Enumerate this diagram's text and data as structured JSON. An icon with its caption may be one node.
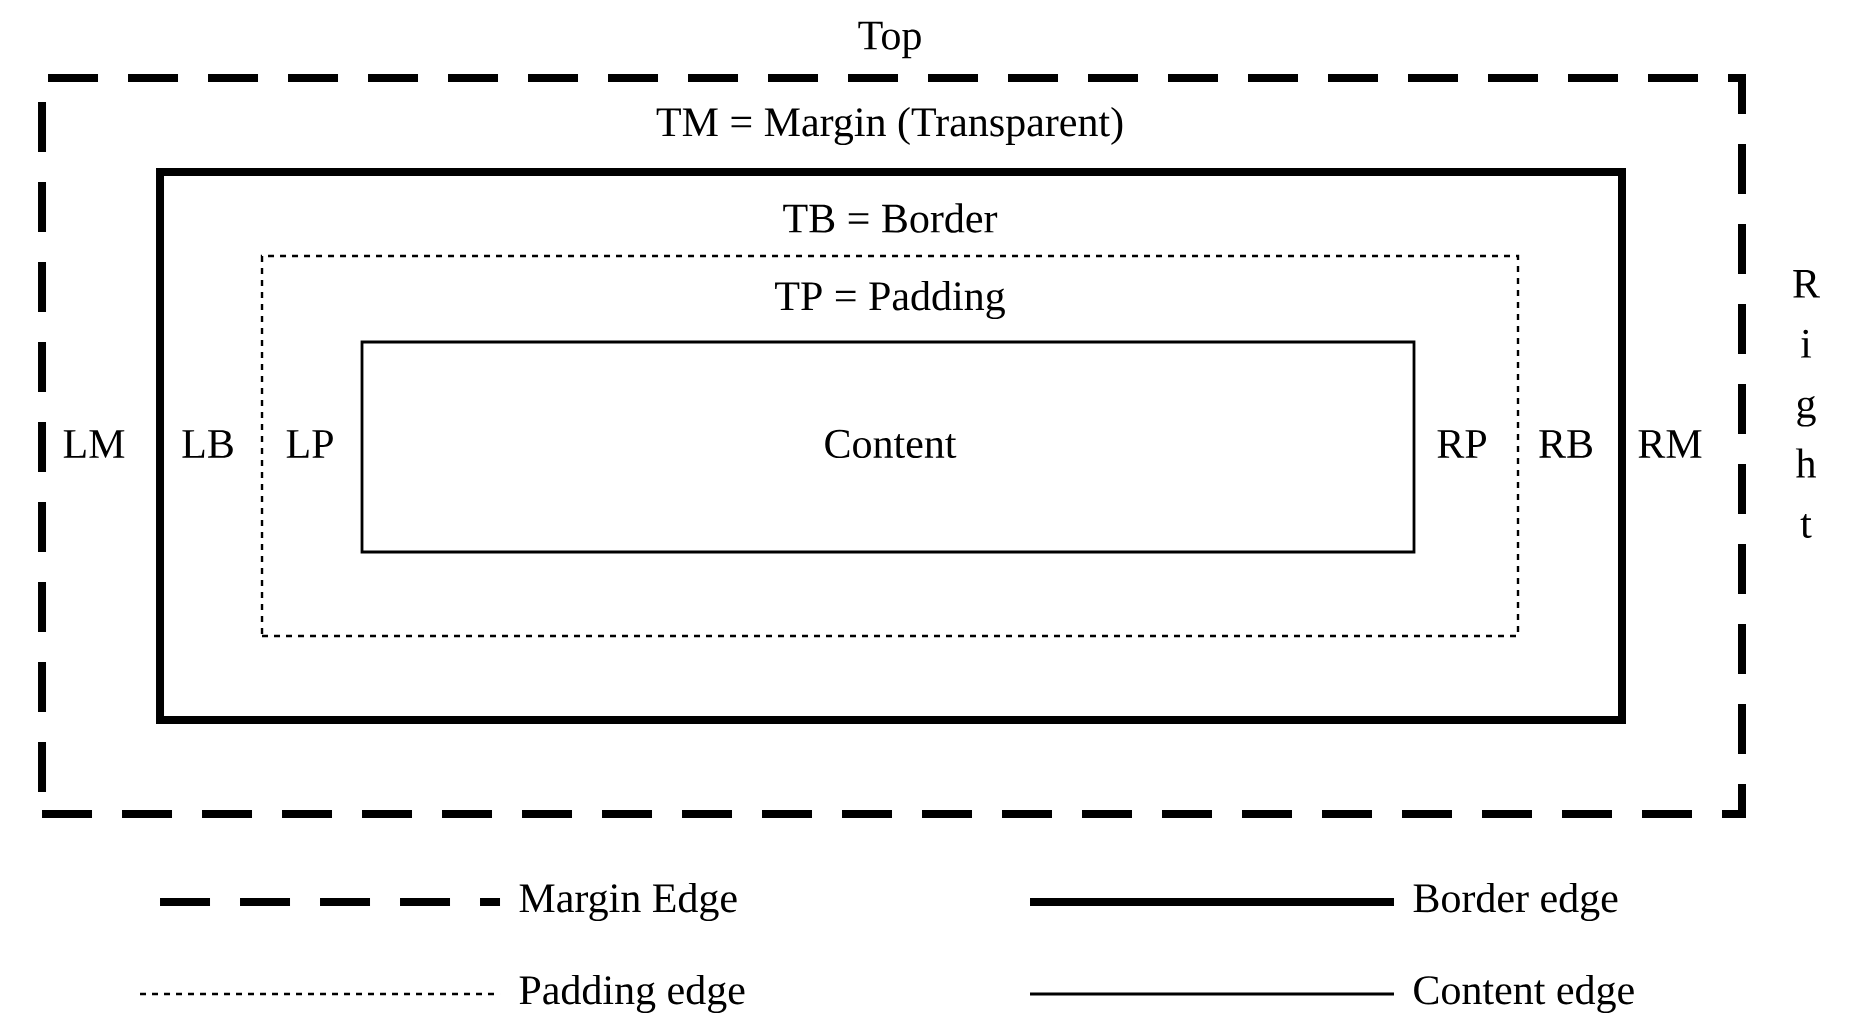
{
  "diagram": {
    "nodes": [
      {
        "text": [
          "Top",
          "TM = Margin (Transparent)",
          "LM",
          "RM"
        ],
        "beside": [
          "Right"
        ]
      },
      {
        "text": [
          "TB = Border",
          "LB",
          "RB"
        ],
        "in": 0
      },
      {
        "text": [
          "TP = Padding",
          "LP",
          "RP"
        ],
        "in": 1
      },
      {
        "text": [
          "Content"
        ],
        "in": 2
      }
    ],
    "legend": [
      {
        "text": "Margin Edge"
      },
      {
        "text": "Border edge"
      },
      {
        "text": "Padding edge"
      },
      {
        "text": "Content edge"
      }
    ]
  }
}
